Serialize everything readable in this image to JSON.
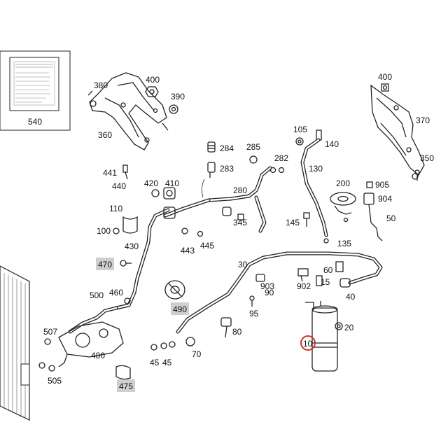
{
  "labels": {
    "l540": "540",
    "l380": "380",
    "l400a": "400",
    "l390": "390",
    "l360": "360",
    "l400b": "400",
    "l370": "370",
    "l350": "350",
    "l105": "105",
    "l140": "140",
    "l130": "130",
    "l284": "284",
    "l283": "283",
    "l285": "285",
    "l282": "282",
    "l441": "441",
    "l440": "440",
    "l420": "420",
    "l410": "410",
    "l280": "280",
    "l200": "200",
    "l905": "905",
    "l904": "904",
    "l50": "50",
    "l110": "110",
    "l100": "100",
    "l345": "345",
    "l145": "145",
    "l135": "135",
    "l430": "430",
    "l443": "443",
    "l445": "445",
    "l470": "470",
    "l30": "30",
    "l60": "60",
    "l903": "903",
    "l902": "902",
    "l15": "15",
    "l40": "40",
    "l500": "500",
    "l460": "460",
    "l490": "490",
    "l90": "90",
    "l95": "95",
    "l80": "80",
    "l20": "20",
    "l10": "10",
    "l507": "507",
    "l480": "480",
    "l45": "45",
    "l70": "70",
    "l505": "505",
    "l475": "475"
  },
  "highlighted_labels": [
    "470",
    "490",
    "475"
  ],
  "circled_label": "10",
  "colors": {
    "line": "#222222",
    "highlight_box": "#cfcfcf",
    "circle": "#d0302a"
  }
}
